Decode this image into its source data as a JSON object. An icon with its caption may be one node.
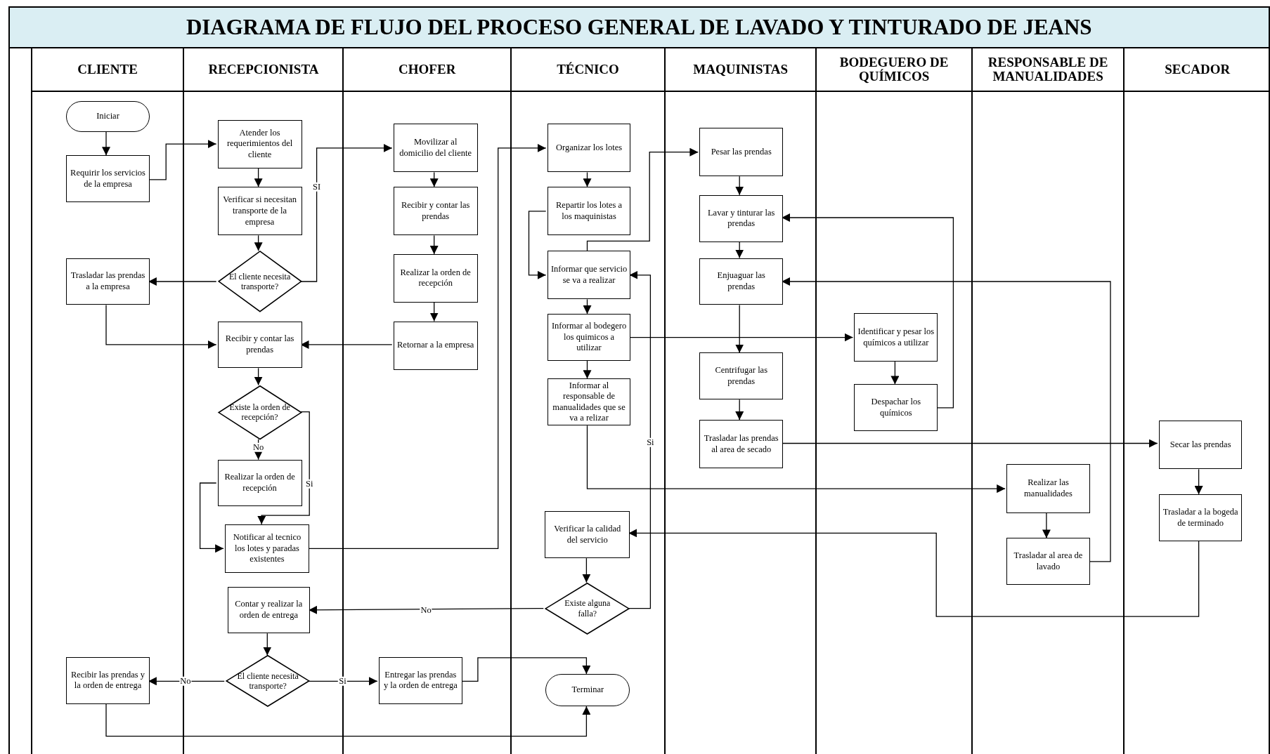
{
  "diagram": {
    "title": "DIAGRAMA DE FLUJO DEL PROCESO GENERAL DE LAVADO Y TINTURADO DE JEANS",
    "nodes": [
      {
        "text": [
          "CLIENTE"
        ]
      },
      {
        "text": [
          "RECEPCIONISTA"
        ]
      },
      {
        "text": [
          "CHOFER"
        ]
      },
      {
        "text": [
          "TÉCNICO"
        ]
      },
      {
        "text": [
          "MAQUINISTAS"
        ]
      },
      {
        "text": [
          "BODEGUERO DE QUÍMICOS"
        ]
      },
      {
        "text": [
          "RESPONSABLE DE MANUALIDADES"
        ]
      },
      {
        "text": [
          "SECADOR"
        ]
      },
      {
        "text": [
          "Iniciar"
        ],
        "in": 0
      },
      {
        "text": [
          "Requirir los servicios de la empresa"
        ],
        "in": 0
      },
      {
        "text": [
          "Atender los requerimientos del cliente"
        ],
        "in": 1
      },
      {
        "text": [
          "Verificar si necesitan transporte de la empresa"
        ],
        "in": 1
      },
      {
        "text": [
          "El cliente necesita transporte?"
        ],
        "in": 1
      },
      {
        "text": [
          "Trasladar las prendas a la empresa"
        ],
        "in": 0
      },
      {
        "text": [
          "Movilizar al domicilio del cliente"
        ],
        "in": 2
      },
      {
        "text": [
          "Recibir y contar las prendas"
        ],
        "in": 2
      },
      {
        "text": [
          "Realizar la orden de recepción"
        ],
        "in": 2
      },
      {
        "text": [
          "Retornar a la empresa"
        ],
        "in": 2
      },
      {
        "text": [
          "Recibir y contar las prendas"
        ],
        "in": 1
      },
      {
        "text": [
          "Existe la orden de recepción?"
        ],
        "in": 1
      },
      {
        "text": [
          "Realizar la orden de recepción"
        ],
        "in": 1
      },
      {
        "text": [
          "Notificar al tecnico los lotes y paradas existentes"
        ],
        "in": 1
      },
      {
        "text": [
          "Organizar los lotes"
        ],
        "in": 3
      },
      {
        "text": [
          "Repartir los lotes a los maquinistas"
        ],
        "in": 3
      },
      {
        "text": [
          "Informar que servicio se va a realizar"
        ],
        "in": 3
      },
      {
        "text": [
          "Informar al bodegero los quimicos a utilizar"
        ],
        "in": 3
      },
      {
        "text": [
          "Informar al responsable de manualidades que se va a relizar"
        ],
        "in": 3
      },
      {
        "text": [
          "Pesar las prendas"
        ],
        "in": 4
      },
      {
        "text": [
          "Lavar y tinturar las prendas"
        ],
        "in": 4
      },
      {
        "text": [
          "Enjuaguar las prendas"
        ],
        "in": 4
      },
      {
        "text": [
          "Centrifugar las prendas"
        ],
        "in": 4
      },
      {
        "text": [
          "Trasladar las prendas al area de secado"
        ],
        "in": 4
      },
      {
        "text": [
          "Identificar y pesar los químicos a utilizar"
        ],
        "in": 5
      },
      {
        "text": [
          "Despachar los químicos"
        ],
        "in": 5
      },
      {
        "text": [
          "Realizar las manualidades"
        ],
        "in": 6
      },
      {
        "text": [
          "Trasladar al area de lavado"
        ],
        "in": 6
      },
      {
        "text": [
          "Secar las prendas"
        ],
        "in": 7
      },
      {
        "text": [
          "Trasladar a la bogeda de terminado"
        ],
        "in": 7
      },
      {
        "text": [
          "Verificar la calidad del servicio"
        ],
        "in": 3
      },
      {
        "text": [
          "Existe alguna falla?"
        ],
        "in": 3
      },
      {
        "text": [
          "Contar y realizar la orden de entrega"
        ],
        "in": 1
      },
      {
        "text": [
          "El cliente necesita transporte?"
        ],
        "in": 1
      },
      {
        "text": [
          "Recibir las prendas y la orden de entrega"
        ],
        "in": 0
      },
      {
        "text": [
          "Entregar las prendas y la orden de entrega"
        ],
        "in": 2
      },
      {
        "text": [
          "Terminar"
        ],
        "in": 3
      }
    ],
    "edges": [
      {
        "from": 8,
        "to": 9,
        "arrow": "to"
      },
      {
        "from": 9,
        "to": 10,
        "arrow": "to"
      },
      {
        "from": 10,
        "to": 11,
        "arrow": "to"
      },
      {
        "from": 11,
        "to": 12,
        "arrow": "to"
      },
      {
        "from": 12,
        "to": 13,
        "arrow": "to"
      },
      {
        "from": 12,
        "to": 14,
        "arrow": "to",
        "label": "SI"
      },
      {
        "from": 14,
        "to": 15,
        "arrow": "to"
      },
      {
        "from": 15,
        "to": 16,
        "arrow": "to"
      },
      {
        "from": 16,
        "to": 17,
        "arrow": "to"
      },
      {
        "from": 17,
        "to": 18,
        "arrow": "to"
      },
      {
        "from": 13,
        "to": 18,
        "arrow": "to"
      },
      {
        "from": 18,
        "to": 19,
        "arrow": "to"
      },
      {
        "from": 19,
        "to": 20,
        "arrow": "to",
        "label": "No"
      },
      {
        "from": 19,
        "to": 21,
        "arrow": "to",
        "label": "Si"
      },
      {
        "from": 20,
        "to": 21,
        "arrow": "to"
      },
      {
        "from": 21,
        "to": 22,
        "arrow": "to"
      },
      {
        "from": 22,
        "to": 23,
        "arrow": "to"
      },
      {
        "from": 23,
        "to": 24,
        "arrow": "to"
      },
      {
        "from": 24,
        "to": 27,
        "arrow": "to"
      },
      {
        "from": 24,
        "to": 25,
        "arrow": "to"
      },
      {
        "from": 25,
        "to": 32,
        "arrow": "to"
      },
      {
        "from": 25,
        "to": 26,
        "arrow": "to"
      },
      {
        "from": 26,
        "to": 34,
        "arrow": "to"
      },
      {
        "from": 27,
        "to": 28,
        "arrow": "to"
      },
      {
        "from": 28,
        "to": 29,
        "arrow": "to"
      },
      {
        "from": 29,
        "to": 30,
        "arrow": "to"
      },
      {
        "from": 30,
        "to": 31,
        "arrow": "to"
      },
      {
        "from": 31,
        "to": 36,
        "arrow": "to"
      },
      {
        "from": 32,
        "to": 33,
        "arrow": "to"
      },
      {
        "from": 33,
        "to": 28,
        "arrow": "to"
      },
      {
        "from": 34,
        "to": 35,
        "arrow": "to"
      },
      {
        "from": 35,
        "to": 29,
        "arrow": "to"
      },
      {
        "from": 36,
        "to": 37,
        "arrow": "to"
      },
      {
        "from": 37,
        "to": 38,
        "arrow": "to"
      },
      {
        "from": 38,
        "to": 39,
        "arrow": "to"
      },
      {
        "from": 39,
        "to": 24,
        "arrow": "to",
        "label": "Si"
      },
      {
        "from": 39,
        "to": 40,
        "arrow": "to",
        "label": "No"
      },
      {
        "from": 40,
        "to": 41,
        "arrow": "to"
      },
      {
        "from": 41,
        "to": 42,
        "arrow": "to",
        "label": "No"
      },
      {
        "from": 41,
        "to": 43,
        "arrow": "to",
        "label": "Si"
      },
      {
        "from": 43,
        "to": 44,
        "arrow": "to"
      },
      {
        "from": 42,
        "to": 44,
        "arrow": "to"
      }
    ]
  }
}
